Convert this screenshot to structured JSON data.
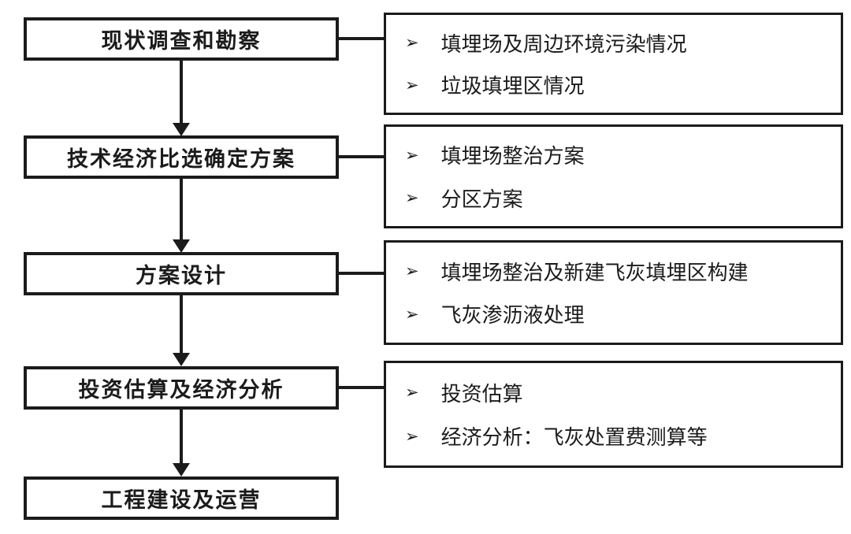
{
  "diagram": {
    "type": "flowchart",
    "bullet_icon": "➢",
    "colors": {
      "background": "#ffffff",
      "line": "#1b1b1b",
      "box_fill": "#ffffff",
      "text": "#1b1b1b"
    },
    "stages": [
      {
        "label": "现状调查和勘察",
        "details": [
          "填埋场及周边环境污染情况",
          "垃圾填埋区情况"
        ]
      },
      {
        "label": "技术经济比选确定方案",
        "details": [
          "填埋场整治方案",
          "分区方案"
        ]
      },
      {
        "label": "方案设计",
        "details": [
          "填埋场整治及新建飞灰填埋区构建",
          "飞灰渗沥液处理"
        ]
      },
      {
        "label": "投资估算及经济分析",
        "details": [
          "投资估算",
          "经济分析：飞灰处置费测算等"
        ]
      },
      {
        "label": "工程建设及运营",
        "details": []
      }
    ]
  }
}
